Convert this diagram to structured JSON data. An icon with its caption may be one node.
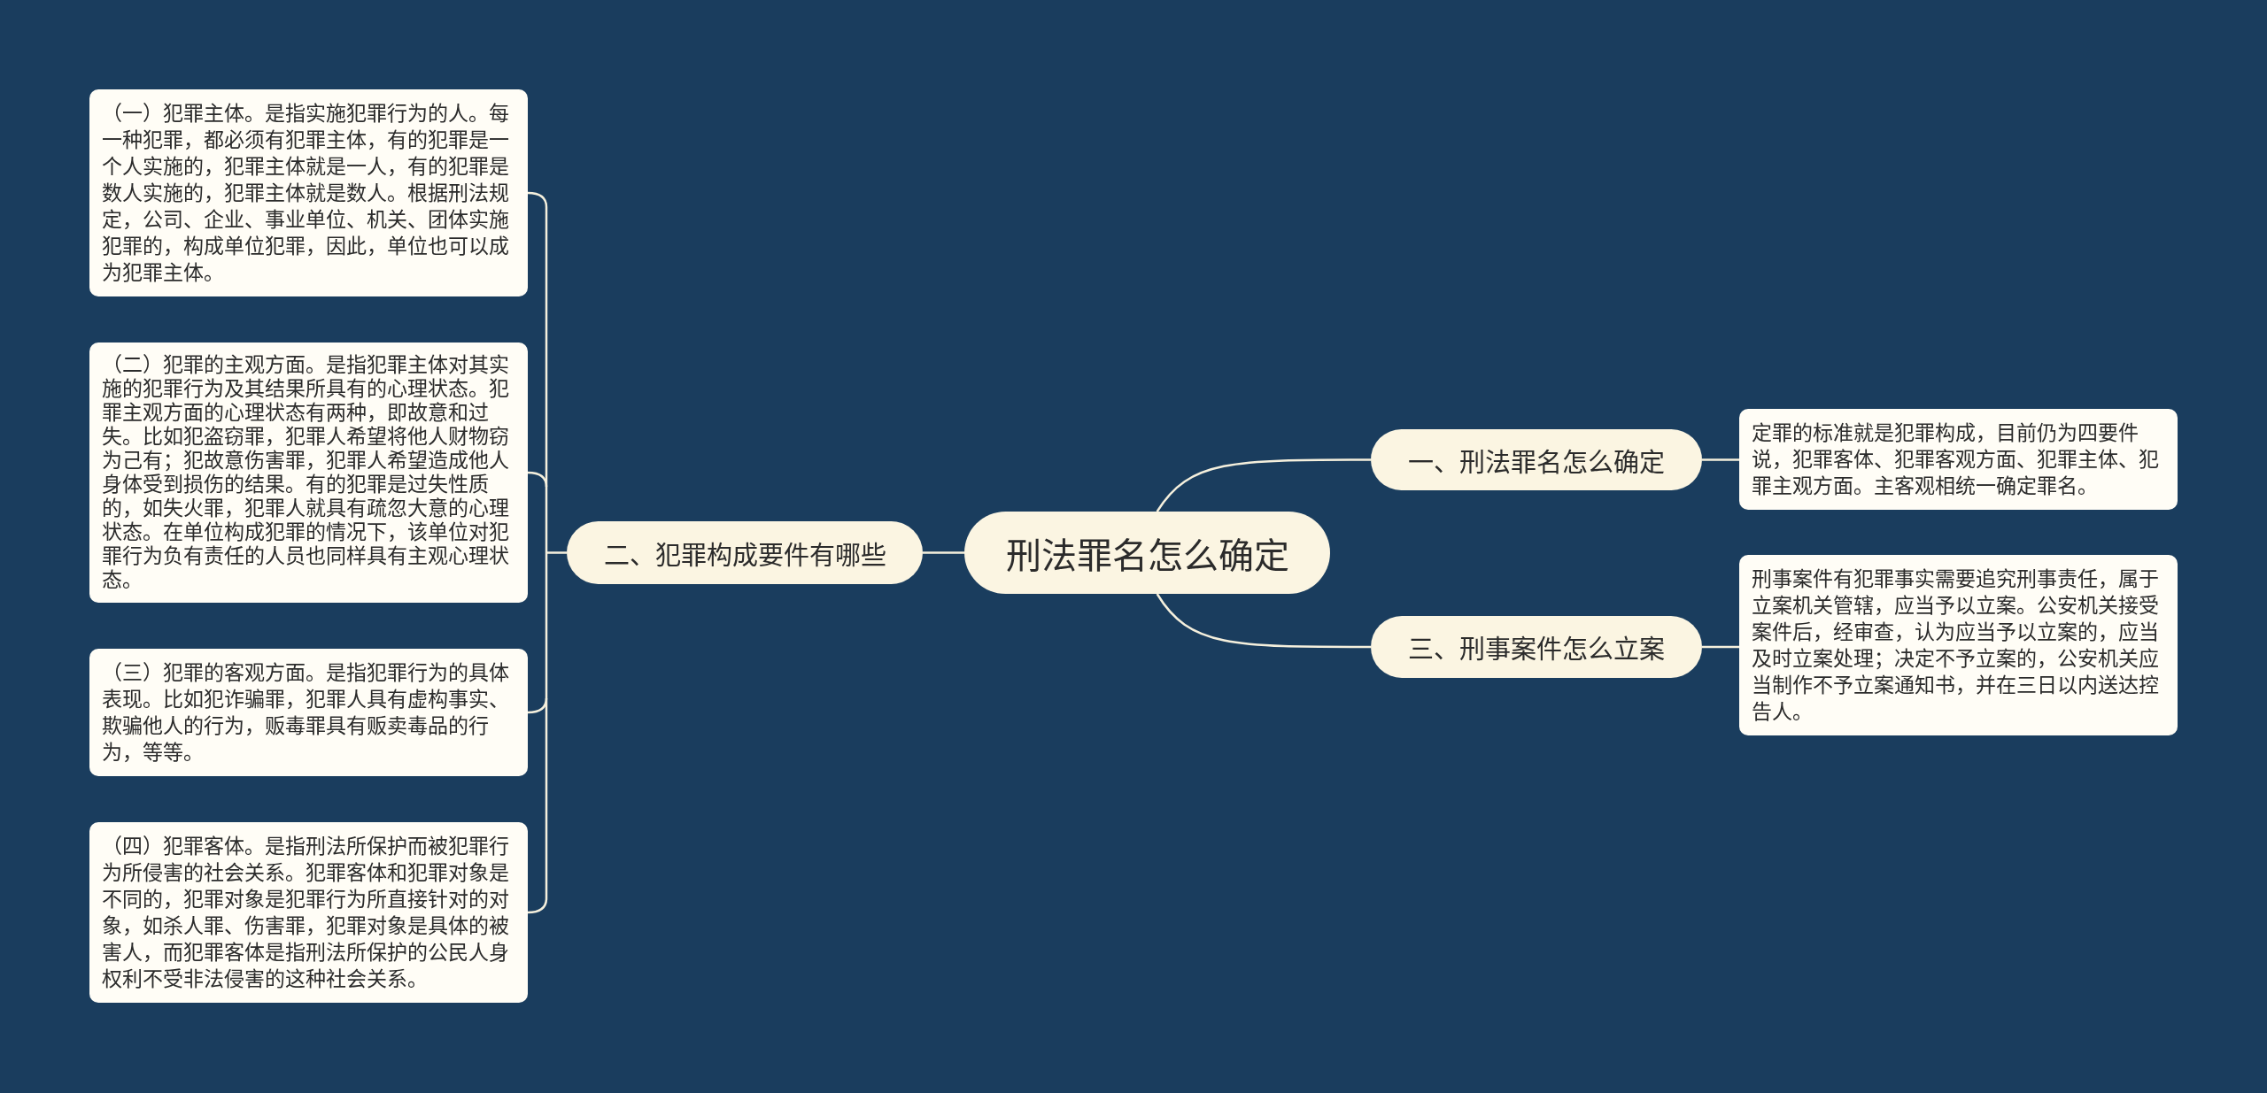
{
  "diagram": {
    "nodes": [
      {
        "text": [
          "刑法罪名怎么确定"
        ]
      },
      {
        "text": [
          "二、犯罪构成要件有哪些"
        ]
      },
      {
        "text": [
          "（一）犯罪主体。是指实施犯罪行为的人。每一种犯罪，都必须有犯罪主体，有的犯罪是一个人实施的，犯罪主体就是一人，有的犯罪是数人实施的，犯罪主体就是数人。根据刑法规定，公司、企业、事业单位、机关、团体实施犯罪的，构成单位犯罪，因此，单位也可以成为犯罪主体。"
        ]
      },
      {
        "text": [
          "（二）犯罪的主观方面。是指犯罪主体对其实施的犯罪行为及其结果所具有的心理状态。犯罪主观方面的心理状态有两种，即故意和过失。比如犯盗窃罪，犯罪人希望将他人财物窃为己有；犯故意伤害罪，犯罪人希望造成他人身体受到损伤的结果。有的犯罪是过失性质的，如失火罪，犯罪人就具有疏忽大意的心理状态。在单位构成犯罪的情况下，该单位对犯罪行为负有责任的人员也同样具有主观心理状态。"
        ]
      },
      {
        "text": [
          "（三）犯罪的客观方面。是指犯罪行为的具体表现。比如犯诈骗罪，犯罪人具有虚构事实、欺骗他人的行为，贩毒罪具有贩卖毒品的行为，等等。"
        ]
      },
      {
        "text": [
          "（四）犯罪客体。是指刑法所保护而被犯罪行为所侵害的社会关系。犯罪客体和犯罪对象是不同的，犯罪对象是犯罪行为所直接针对的对象，如杀人罪、伤害罪，犯罪对象是具体的被害人，而犯罪客体是指刑法所保护的公民人身权利不受非法侵害的这种社会关系。"
        ]
      },
      {
        "text": [
          "一、刑法罪名怎么确定"
        ]
      },
      {
        "text": [
          "定罪的标准就是犯罪构成，目前仍为四要件说，犯罪客体、犯罪客观方面、犯罪主体、犯罪主观方面。主客观相统一确定罪名。"
        ]
      },
      {
        "text": [
          "三、刑事案件怎么立案"
        ]
      },
      {
        "text": [
          "刑事案件有犯罪事实需要追究刑事责任，属于立案机关管辖，应当予以立案。公安机关接受案件后，经审查，认为应当予以立案的，应当及时立案处理；决定不予立案的，公安机关应当制作不予立案通知书，并在三日以内送达控告人。"
        ]
      }
    ],
    "edges": [
      {
        "from": 0,
        "to": 1,
        "arrow": "none"
      },
      {
        "from": 1,
        "to": 2,
        "arrow": "none"
      },
      {
        "from": 1,
        "to": 3,
        "arrow": "none"
      },
      {
        "from": 1,
        "to": 4,
        "arrow": "none"
      },
      {
        "from": 1,
        "to": 5,
        "arrow": "none"
      },
      {
        "from": 0,
        "to": 6,
        "arrow": "none"
      },
      {
        "from": 6,
        "to": 7,
        "arrow": "none"
      },
      {
        "from": 0,
        "to": 8,
        "arrow": "none"
      },
      {
        "from": 8,
        "to": 9,
        "arrow": "none"
      }
    ]
  }
}
